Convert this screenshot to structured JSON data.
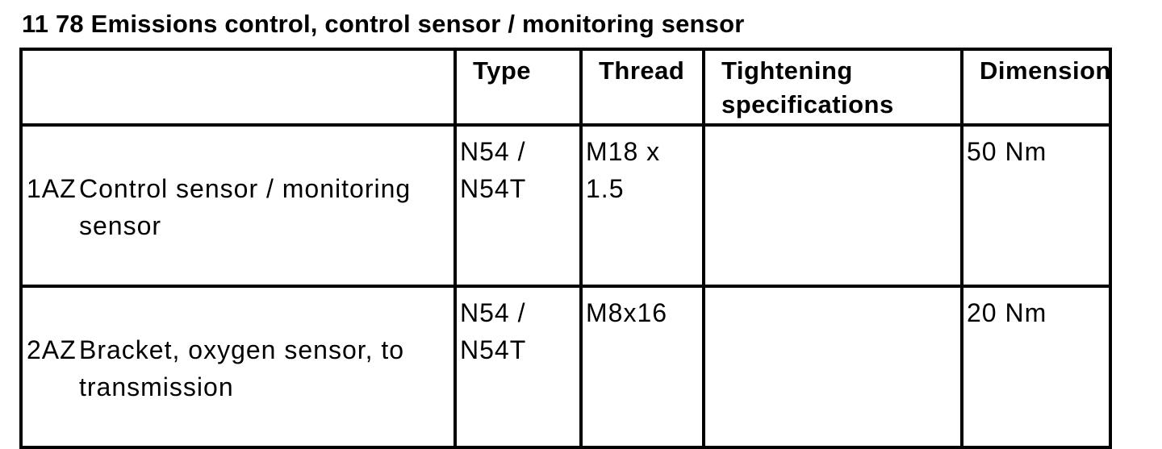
{
  "page_title": "11 78 Emissions control, control sensor / monitoring sensor",
  "table": {
    "columns": {
      "item": "",
      "type": "Type",
      "thread": "Thread",
      "tightening": "Tightening\nspecifications",
      "dimension": "Dimension"
    },
    "rows": [
      {
        "code": "1AZ",
        "description": "Control sensor / monitoring\nsensor",
        "type": "N54 /\nN54T",
        "thread": "M18 x\n1.5",
        "tightening": "",
        "dimension": "50 Nm"
      },
      {
        "code": "2AZ",
        "description": "Bracket, oxygen sensor, to\ntransmission",
        "type": "N54 /\nN54T",
        "thread": "M8x16",
        "tightening": "",
        "dimension": "20 Nm"
      }
    ]
  }
}
